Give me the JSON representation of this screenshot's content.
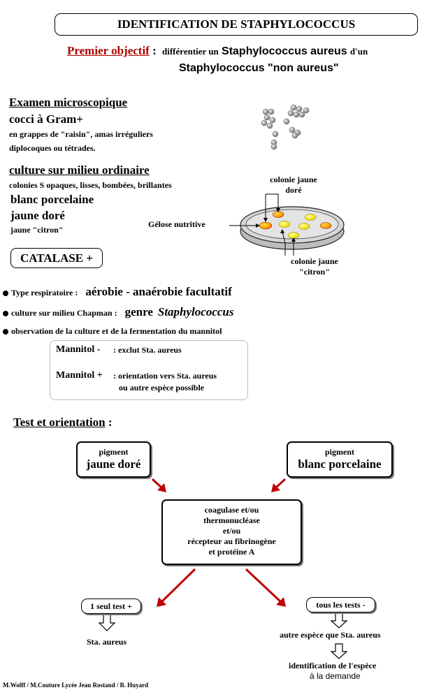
{
  "title": "IDENTIFICATION DE STAPHYLOCOCCUS",
  "objective": {
    "label": "Premier objectif",
    "colon": ":",
    "text1": "différentier un",
    "species1": "Staphylococcus aureus",
    "text2": "d'un",
    "species2": "Staphylococcus \"non aureus\""
  },
  "microscopy": {
    "heading": "Examen microscopique",
    "gram": "cocci à Gram+",
    "line1": "en grappes de \"raisin\", amas irréguliers",
    "line2": "diplocoques ou tétrades."
  },
  "culture": {
    "heading": "culture sur milieu ordinaire",
    "line1": "colonies S opaques, lisses, bombées, brillantes",
    "white": "blanc porcelaine",
    "gold": "jaune doré",
    "lemon": "jaune \"citron\""
  },
  "catalase": "CATALASE +",
  "petri": {
    "label_top": [
      "colonie   jaune",
      "doré"
    ],
    "label_medium": "Gélose nutritive",
    "label_bottom": [
      "colonie   jaune",
      "\"citron\""
    ]
  },
  "bullets": [
    {
      "label": "Type respiratoire :",
      "value": "aérobie - anaérobie facultatif"
    },
    {
      "label": "culture sur milieu Chapman :",
      "value": "genre",
      "italic": "Staphylococcus"
    },
    {
      "label": "observation de la culture et de la fermentation du  mannitol"
    }
  ],
  "mannitol": {
    "neg_label": "Mannitol -",
    "neg_text": ": exclut Sta. aureus",
    "pos_label": "Mannitol +",
    "pos_text1": ": orientation vers Sta. aureus",
    "pos_text2": "ou autre espèce possible"
  },
  "test": {
    "heading": "Test et orientation",
    "colon": ":",
    "pigment_left_small": "pigment",
    "pigment_left_big": "jaune doré",
    "pigment_right_small": "pigment",
    "pigment_right_big": "blanc porcelaine",
    "center": [
      "coagulase et/ou",
      "thermonucléase",
      "et/ou",
      "récepteur au fibrinogène",
      "et protéine A"
    ],
    "one_test": "1 seul test +",
    "all_tests": "tous les tests -",
    "result_left": "Sta. aureus",
    "result_right": "autre espèce que Sta. aureus",
    "final1": "identification de l'espèce",
    "final2": "à la demande"
  },
  "credits": "M.Wolff / M.Couture Lycée Jean Rostand / B. Huyard"
}
